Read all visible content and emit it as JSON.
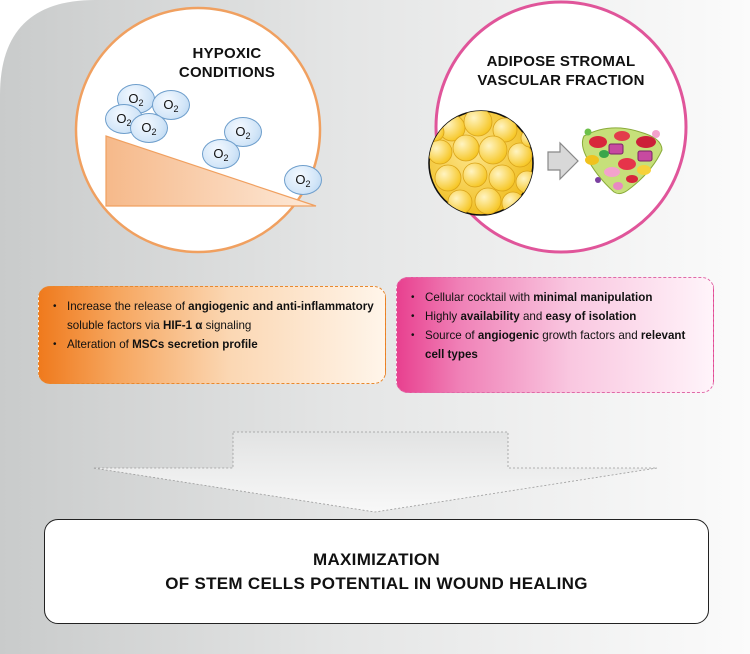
{
  "hypoxic": {
    "title_line1": "HYPOXIC",
    "title_line2": "CONDITIONS",
    "o2_main": "O",
    "o2_sub": "2"
  },
  "adipose": {
    "title_line1": "ADIPOSE STROMAL",
    "title_line2": "VASCULAR FRACTION"
  },
  "left_box": {
    "bullet1_pre": "Increase the release of ",
    "bullet1_bold1": "angiogenic and anti-inflammatory",
    "bullet1_mid": " soluble factors via ",
    "bullet1_bold2": "HIF-1 α",
    "bullet1_post": " signaling",
    "bullet2_pre": "Alteration of ",
    "bullet2_bold": "MSCs secretion profile"
  },
  "right_box": {
    "bullet1_pre": "Cellular cocktail with ",
    "bullet1_bold": "minimal manipulation",
    "bullet2_pre": "Highly ",
    "bullet2_bold1": "availability",
    "bullet2_mid": " and ",
    "bullet2_bold2": "easy of isolation",
    "bullet3_pre": "Source of ",
    "bullet3_bold1": "angiogenic",
    "bullet3_mid": " growth factors and ",
    "bullet3_bold2": "relevant cell types"
  },
  "final": {
    "line1": "MAXIMIZATION",
    "line2": "OF STEM CELLS POTENTIAL IN WOUND HEALING"
  },
  "colors": {
    "hypoxic_ring": "#f0a060",
    "adipose_ring": "#e0559a",
    "left_box_accent": "#ef7a1d",
    "right_box_accent": "#e8408f",
    "fat_cells": "#f5c522"
  }
}
